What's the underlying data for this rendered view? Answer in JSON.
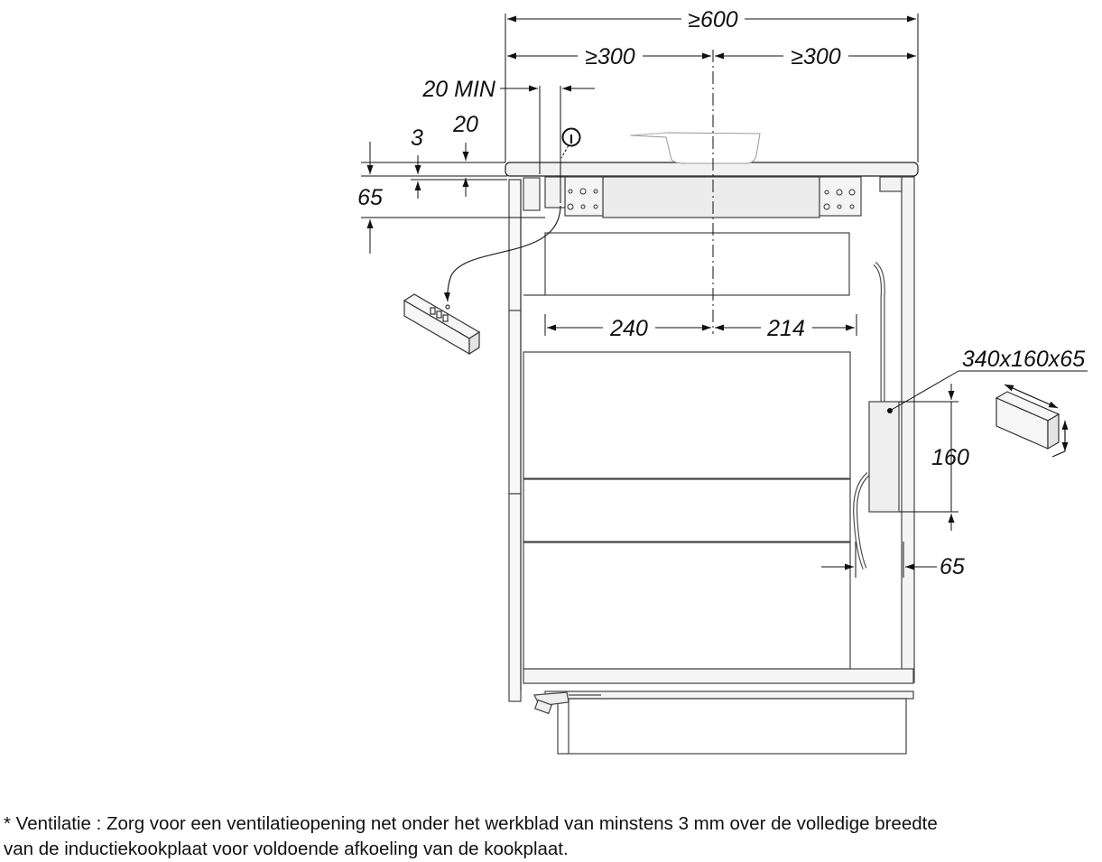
{
  "dimensions": {
    "total_width": "≥600",
    "left_half": "≥300",
    "right_half": "≥300",
    "gap_min": "20 MIN",
    "gap": "20",
    "vent_gap": "3",
    "depth": "65",
    "left_offset": "240",
    "right_offset": "214",
    "box_size": "340x160x65",
    "box_height": "160",
    "box_depth": "65"
  },
  "marker": "I",
  "note": {
    "line1": "* Ventilatie : Zorg voor een ventilatieopening net onder het werkblad van minstens 3 mm over de volledige breedte",
    "line2": "van de inductiekookplaat voor voldoende afkoeling van de kookplaat."
  }
}
